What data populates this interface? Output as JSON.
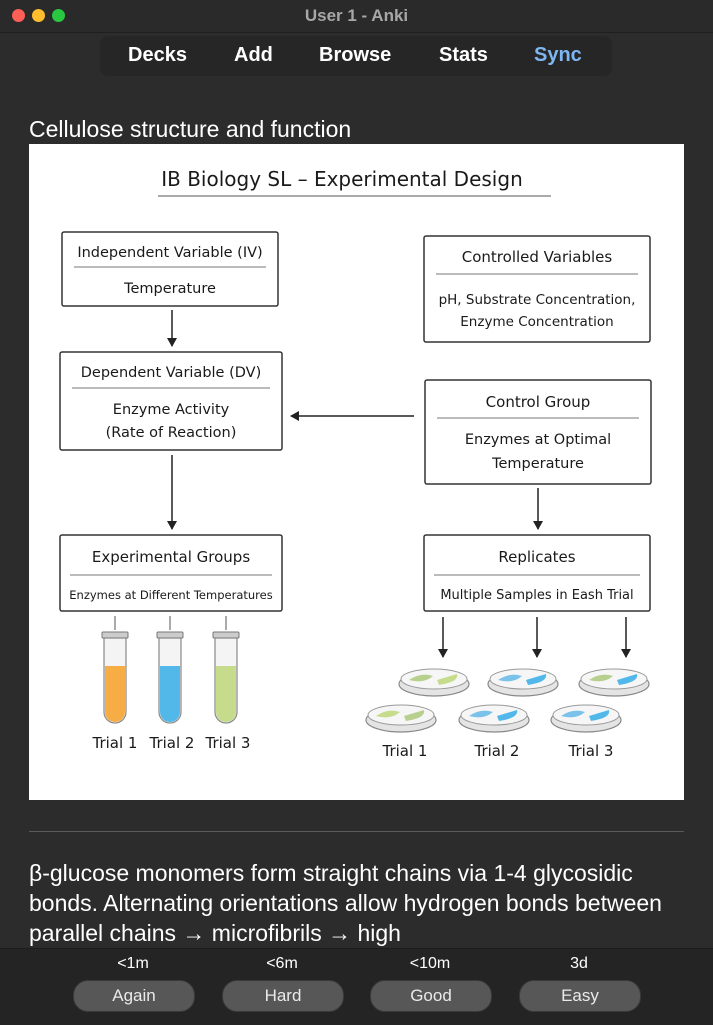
{
  "window": {
    "title": "User 1 - Anki"
  },
  "toolbar": {
    "decks": "Decks",
    "add": "Add",
    "browse": "Browse",
    "stats": "Stats",
    "sync": "Sync"
  },
  "card": {
    "question": "Cellulose structure and function",
    "answer": "β-glucose monomers form straight chains via 1-4 glycosidic bonds. Alternating orientations allow hydrogen bonds between parallel chains → microfibrils → high"
  },
  "diagram": {
    "title": "IB Biology SL – Experimental Design",
    "iv_title": "Independent Variable (IV)",
    "iv_value": "Temperature",
    "cv_title": "Controlled Variables",
    "cv_line1": "pH, Substrate Concentration,",
    "cv_line2": "Enzyme Concentration",
    "dv_title": "Dependent Variable (DV)",
    "dv_line1": "Enzyme Activity",
    "dv_line2": "(Rate of Reaction)",
    "cg_title": "Control Group",
    "cg_line1": "Enzymes at Optimal",
    "cg_line2": "Temperature",
    "eg_title": "Experimental Groups",
    "eg_value": "Enzymes at Different Temperatures",
    "rep_title": "Replicates",
    "rep_value": "Multiple Samples in Eash Trial",
    "left_trials": [
      "Trial 1",
      "Trial 2",
      "Trial 3"
    ],
    "right_trials": [
      "Trial 1",
      "Trial 2",
      "Trial 3"
    ],
    "tube_colors": [
      "#f7ad45",
      "#52b8ea",
      "#c6dc8c"
    ]
  },
  "answers": [
    {
      "interval": "<1m",
      "label": "Again"
    },
    {
      "interval": "<6m",
      "label": "Hard"
    },
    {
      "interval": "<10m",
      "label": "Good"
    },
    {
      "interval": "3d",
      "label": "Easy"
    }
  ]
}
